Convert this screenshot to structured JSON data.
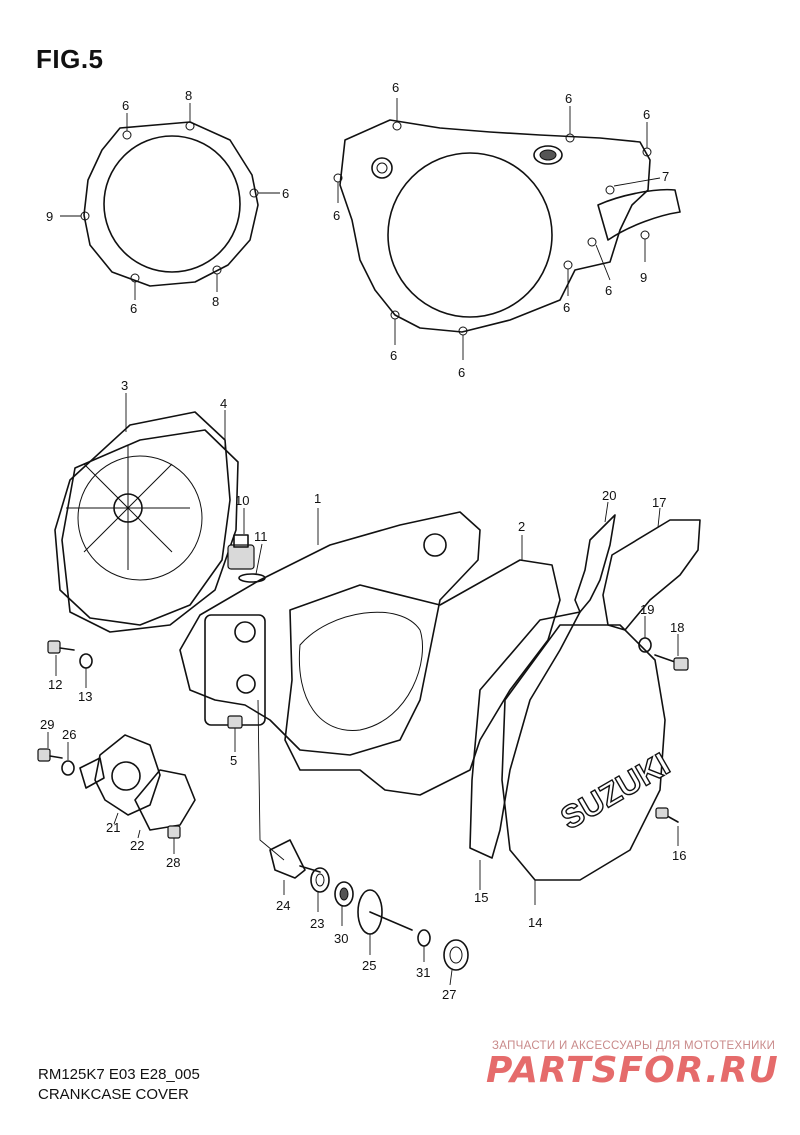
{
  "figure": {
    "title": "FIG.5",
    "code": "RM125K7 E03 E28_005",
    "name": "CRANKCASE COVER",
    "brand_on_cover": "SUZUKI"
  },
  "watermark": {
    "tagline": "ЗАПЧАСТИ И АКСЕССУАРЫ ДЛЯ МОТОТЕХНИКИ",
    "logo": "PARTSFOR.RU"
  },
  "callouts": [
    {
      "id": "c-6a",
      "label": "6"
    },
    {
      "id": "c-8a",
      "label": "8"
    },
    {
      "id": "c-6b",
      "label": "6"
    },
    {
      "id": "c-9a",
      "label": "9"
    },
    {
      "id": "c-6c",
      "label": "6"
    },
    {
      "id": "c-8b",
      "label": "8"
    },
    {
      "id": "c-6d",
      "label": "6"
    },
    {
      "id": "c-6e",
      "label": "6"
    },
    {
      "id": "c-6f",
      "label": "6"
    },
    {
      "id": "c-6g",
      "label": "6"
    },
    {
      "id": "c-7",
      "label": "7"
    },
    {
      "id": "c-9b",
      "label": "9"
    },
    {
      "id": "c-6h",
      "label": "6"
    },
    {
      "id": "c-6i",
      "label": "6"
    },
    {
      "id": "c-6j",
      "label": "6"
    },
    {
      "id": "c-6k",
      "label": "6"
    },
    {
      "id": "c-3",
      "label": "3"
    },
    {
      "id": "c-4",
      "label": "4"
    },
    {
      "id": "c-10",
      "label": "10"
    },
    {
      "id": "c-11",
      "label": "11"
    },
    {
      "id": "c-1",
      "label": "1"
    },
    {
      "id": "c-2",
      "label": "2"
    },
    {
      "id": "c-20",
      "label": "20"
    },
    {
      "id": "c-17",
      "label": "17"
    },
    {
      "id": "c-19",
      "label": "19"
    },
    {
      "id": "c-18",
      "label": "18"
    },
    {
      "id": "c-12",
      "label": "12"
    },
    {
      "id": "c-13",
      "label": "13"
    },
    {
      "id": "c-29",
      "label": "29"
    },
    {
      "id": "c-26",
      "label": "26"
    },
    {
      "id": "c-5",
      "label": "5"
    },
    {
      "id": "c-21",
      "label": "21"
    },
    {
      "id": "c-22",
      "label": "22"
    },
    {
      "id": "c-28",
      "label": "28"
    },
    {
      "id": "c-16",
      "label": "16"
    },
    {
      "id": "c-24",
      "label": "24"
    },
    {
      "id": "c-23",
      "label": "23"
    },
    {
      "id": "c-30",
      "label": "30"
    },
    {
      "id": "c-15",
      "label": "15"
    },
    {
      "id": "c-14",
      "label": "14"
    },
    {
      "id": "c-25",
      "label": "25"
    },
    {
      "id": "c-31",
      "label": "31"
    },
    {
      "id": "c-27",
      "label": "27"
    }
  ]
}
